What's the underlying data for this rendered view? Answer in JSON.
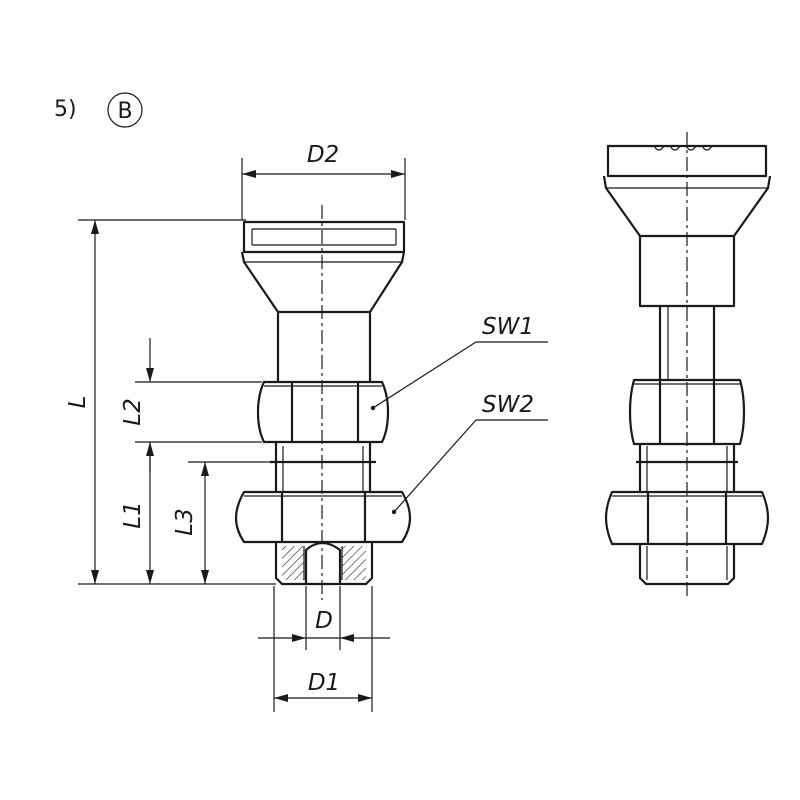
{
  "figure": {
    "note_number": "5)",
    "variant_letter": "B"
  },
  "dimensions": {
    "d2": "D2",
    "l": "L",
    "l1": "L1",
    "l2": "L2",
    "l3": "L3",
    "d": "D",
    "d1": "D1",
    "sw1": "SW1",
    "sw2": "SW2"
  }
}
